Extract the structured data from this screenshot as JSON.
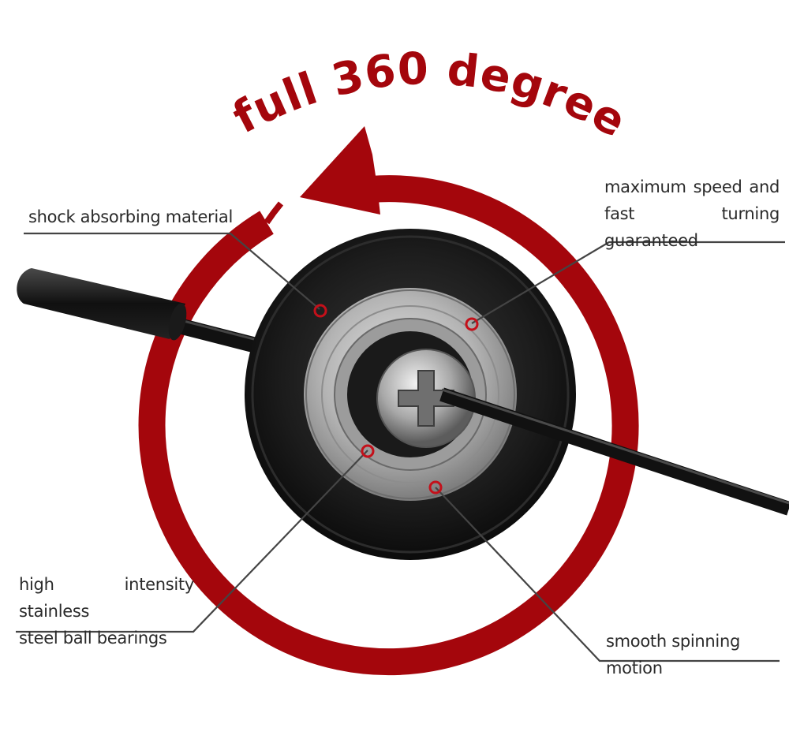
{
  "title": "full 360 degree spin",
  "colors": {
    "accent_red": "#a4060c",
    "wheel_black": "#141414",
    "bearing_steel": "#b9b9b9",
    "leader_line": "#444444",
    "label_text": "#2a2a2a"
  },
  "icons": {
    "arrow": "counter-clockwise-arrow-icon",
    "marker": "red-ring-marker-icon"
  },
  "callouts": {
    "shock": "shock absorbing material",
    "speed_line1": "maximum speed and",
    "speed_line2": "fast turning guaranteed",
    "bearings_line1": "high intensity stainless",
    "bearings_line2": "steel ball bearings",
    "motion": "smooth spinning motion"
  }
}
